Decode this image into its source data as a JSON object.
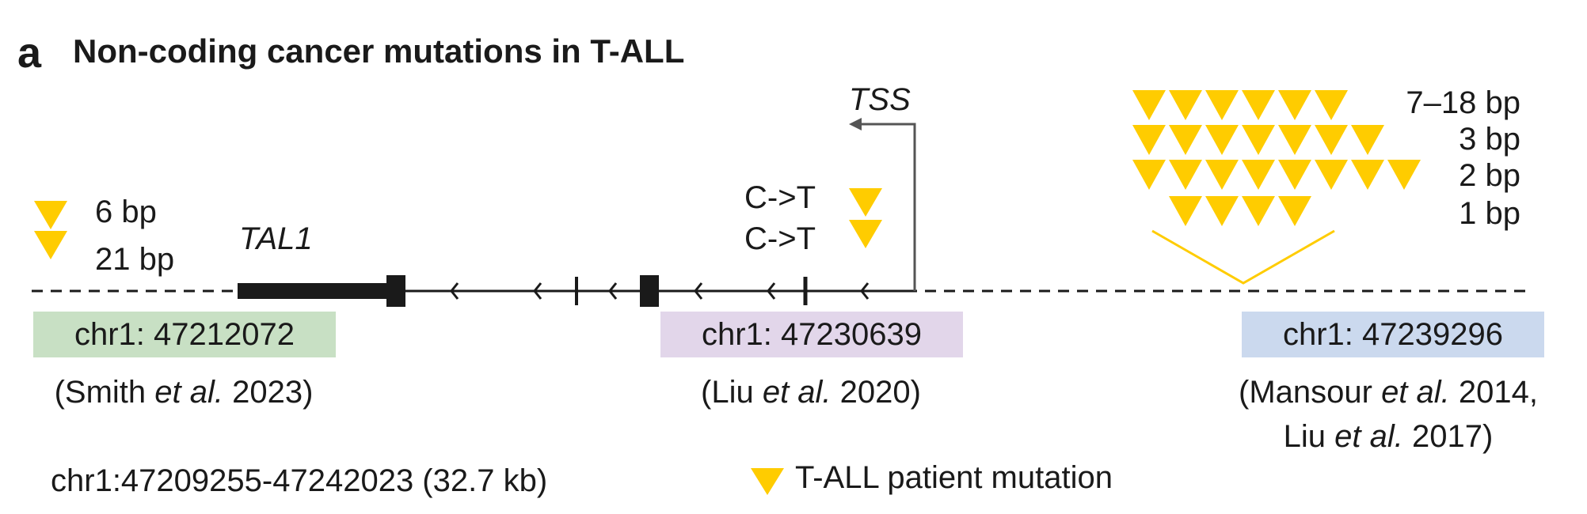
{
  "panel_letter": "a",
  "title": "Non-coding cancer mutations in T-ALL",
  "gene_label": "TAL1",
  "tss_label": "TSS",
  "mutation_color": "#FFCC00",
  "site1": {
    "coordinate": "chr1: 47212072",
    "color": "#C8E0C4",
    "mutations": [
      {
        "label": "6 bp",
        "count": 1
      },
      {
        "label": "21 bp",
        "count": 1
      }
    ],
    "citation": {
      "author": "(Smith ",
      "etal": "et al.",
      "year": " 2023)"
    }
  },
  "site2": {
    "coordinate": "chr1: 47230639",
    "color": "#E2D6EA",
    "mutations": [
      {
        "label": "C->T",
        "count": 1
      },
      {
        "label": "C->T",
        "count": 1
      }
    ],
    "citation": {
      "author": "(Liu ",
      "etal": "et al.",
      "year": " 2020)"
    }
  },
  "site3": {
    "coordinate": "chr1: 47239296",
    "color": "#CBD9EE",
    "mutations": [
      {
        "label": "7–18 bp",
        "count": 6
      },
      {
        "label": "3 bp",
        "count": 7
      },
      {
        "label": "2 bp",
        "count": 8
      },
      {
        "label": "1 bp",
        "count": 4
      }
    ],
    "citation_line1": {
      "author": "(Mansour ",
      "etal": "et al.",
      "year": " 2014,"
    },
    "citation_line2": {
      "author": "Liu ",
      "etal": "et al.",
      "year": " 2017)"
    }
  },
  "region_label": "chr1:47209255-47242023 (32.7 kb)",
  "legend_label": "T-ALL patient mutation"
}
